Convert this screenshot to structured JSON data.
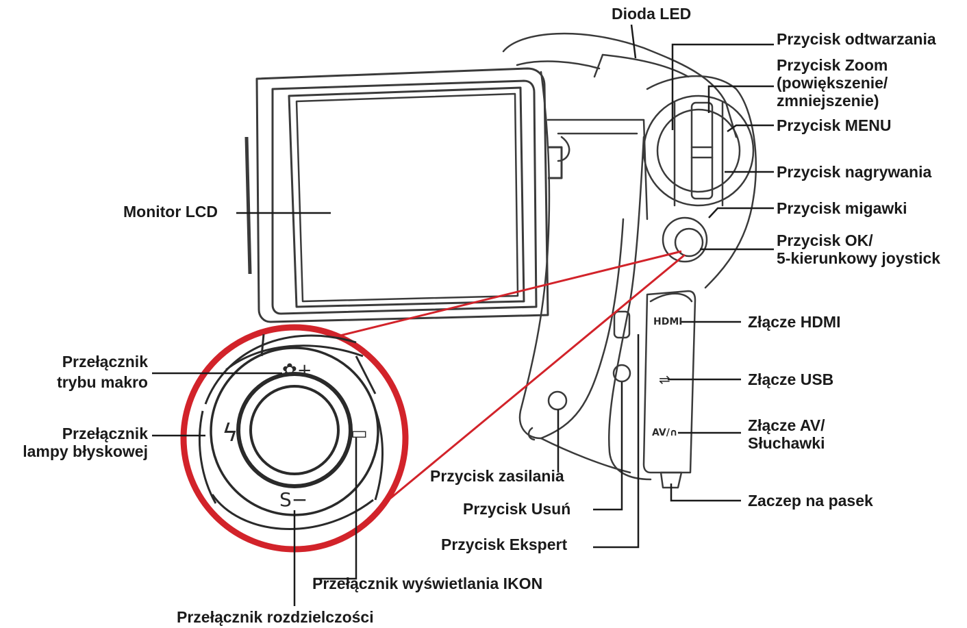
{
  "labels": {
    "dioda_led": "Dioda LED",
    "przycisk_odtwarzania": "Przycisk odtwarzania",
    "przycisk_zoom_1": "Przycisk Zoom",
    "przycisk_zoom_2": "(powiększenie/",
    "przycisk_zoom_3": "zmniejszenie)",
    "przycisk_menu": "Przycisk MENU",
    "przycisk_nagrywania": "Przycisk nagrywania",
    "przycisk_migawki": "Przycisk migawki",
    "przycisk_ok_1": "Przycisk OK/",
    "przycisk_ok_2": "5-kierunkowy joystick",
    "monitor_lcd": "Monitor LCD",
    "zlacze_hdmi": "Złącze HDMI",
    "zlacze_usb": "Złącze USB",
    "zlacze_av_1": "Złącze AV/",
    "zlacze_av_2": "Słuchawki",
    "zaczep": "Zaczep na pasek",
    "przycisk_zasilania": "Przycisk zasilania",
    "przycisk_usun": "Przycisk Usuń",
    "przycisk_ekspert": "Przycisk Ekspert",
    "makro_1": "Przełącznik",
    "makro_2": "trybu makro",
    "lampa_1": "Przełącznik",
    "lampa_2": "lampy błyskowej",
    "ikon": "Przełącznik wyświetlania IKON",
    "rozdzielczosc": "Przełącznik rozdzielczości"
  },
  "dial_marks": {
    "top": "✿+",
    "left": "ϟ",
    "bottom": "S−",
    "right": "▭"
  },
  "port_marks": {
    "hdmi": "HDMI",
    "usb": "⇌",
    "av": "AV/∩"
  },
  "colors": {
    "line": "#1a1a1a",
    "drawing": "#3a3a3a",
    "highlight": "#d2232a"
  }
}
